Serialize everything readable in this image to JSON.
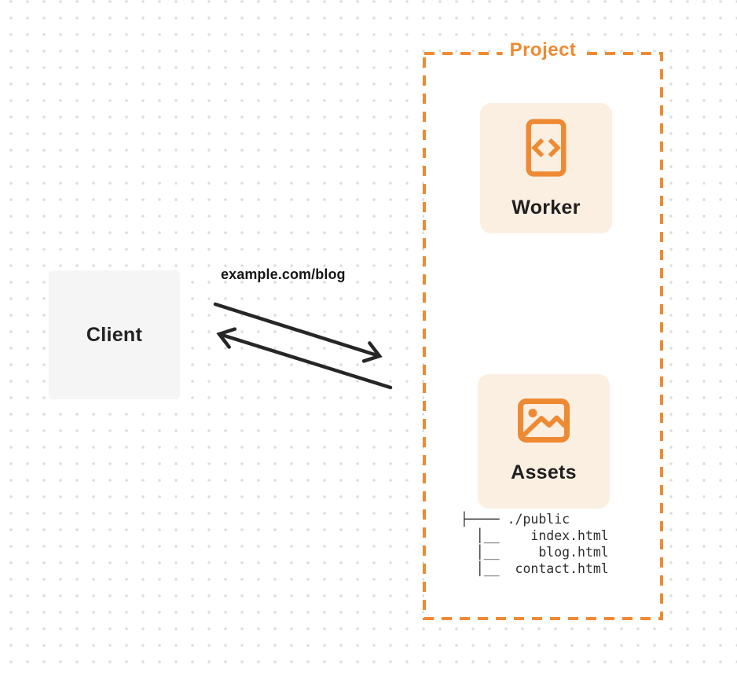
{
  "client": {
    "label": "Client"
  },
  "request": {
    "label": "example.com/blog"
  },
  "project": {
    "label": "Project",
    "worker": {
      "label": "Worker",
      "icon": "code-document-icon"
    },
    "assets": {
      "label": "Assets",
      "icon": "image-icon",
      "file_tree": {
        "lines": [
          "├──── ./public",
          "  │__    index.html",
          "  │__     blog.html",
          "  │__  contact.html"
        ]
      }
    }
  },
  "colors": {
    "accent_orange": "#ee8a33",
    "card_background": "#fbefe2",
    "client_background": "#f5f5f6",
    "arrow": "#262626",
    "heading_text": "#1f1f1f",
    "tree_text": "#2d2d2d",
    "grid_dot": "#dcdcdc",
    "canvas_background": "#ffffff"
  }
}
